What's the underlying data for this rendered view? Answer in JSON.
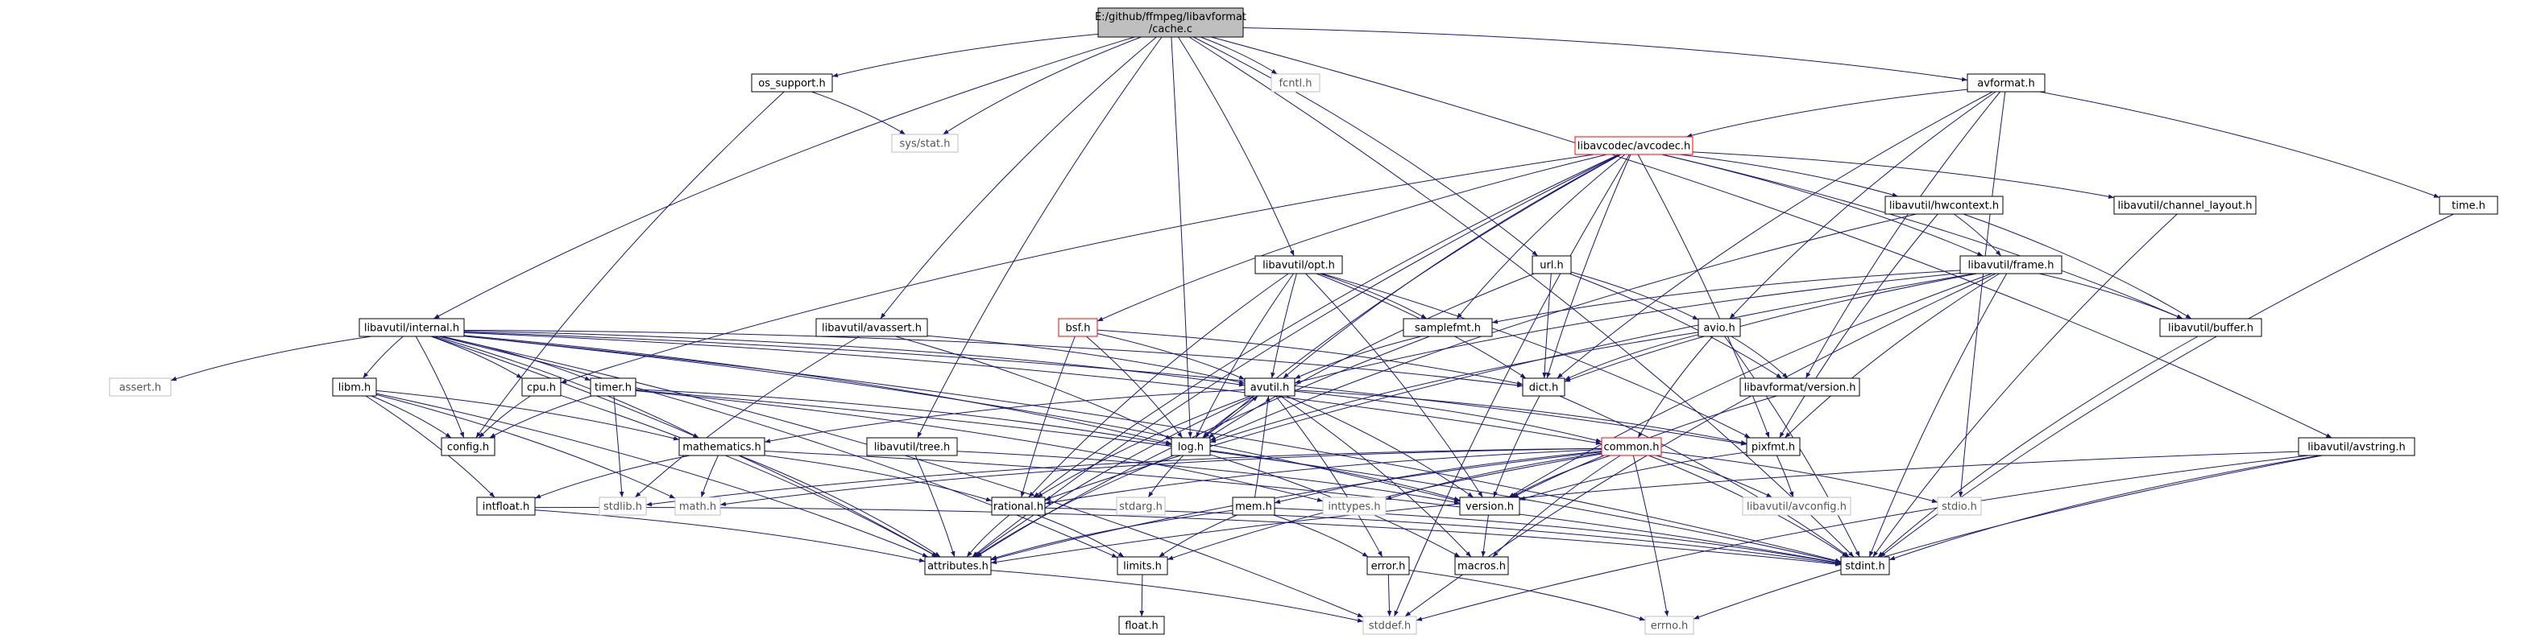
{
  "colors": {
    "edge": "#191970",
    "box_border": "#000000",
    "box_border_gray": "#bfbfbf",
    "box_border_red": "#ff0000",
    "root_fill": "#bfbfbf",
    "text": "#000000"
  },
  "nodes": [
    {
      "id": "cache_c",
      "lines": [
        "E:/github/ffmpeg/libavformat",
        "/cache.c"
      ],
      "style": "root"
    },
    {
      "id": "os_support_h",
      "lines": [
        "os_support.h"
      ],
      "style": "normal"
    },
    {
      "id": "fcntl_h",
      "lines": [
        "fcntl.h"
      ],
      "style": "gray"
    },
    {
      "id": "avformat_h",
      "lines": [
        "avformat.h"
      ],
      "style": "normal"
    },
    {
      "id": "sys_stat_h",
      "lines": [
        "sys/stat.h"
      ],
      "style": "gray"
    },
    {
      "id": "avcodec_h",
      "lines": [
        "libavcodec/avcodec.h"
      ],
      "style": "red"
    },
    {
      "id": "hwcontext_h",
      "lines": [
        "libavutil/hwcontext.h"
      ],
      "style": "normal"
    },
    {
      "id": "channel_layout_h",
      "lines": [
        "libavutil/channel_layout.h"
      ],
      "style": "normal"
    },
    {
      "id": "time_h",
      "lines": [
        "time.h"
      ],
      "style": "normal"
    },
    {
      "id": "opt_h",
      "lines": [
        "libavutil/opt.h"
      ],
      "style": "normal"
    },
    {
      "id": "url_h",
      "lines": [
        "url.h"
      ],
      "style": "normal"
    },
    {
      "id": "frame_h",
      "lines": [
        "libavutil/frame.h"
      ],
      "style": "normal"
    },
    {
      "id": "internal_h",
      "lines": [
        "libavutil/internal.h"
      ],
      "style": "normal"
    },
    {
      "id": "avassert_h",
      "lines": [
        "libavutil/avassert.h"
      ],
      "style": "normal"
    },
    {
      "id": "bsf_h",
      "lines": [
        "bsf.h"
      ],
      "style": "red"
    },
    {
      "id": "samplefmt_h",
      "lines": [
        "samplefmt.h"
      ],
      "style": "normal"
    },
    {
      "id": "avio_h",
      "lines": [
        "avio.h"
      ],
      "style": "normal"
    },
    {
      "id": "buffer_h",
      "lines": [
        "libavutil/buffer.h"
      ],
      "style": "normal"
    },
    {
      "id": "assert_h",
      "lines": [
        "assert.h"
      ],
      "style": "gray"
    },
    {
      "id": "libm_h",
      "lines": [
        "libm.h"
      ],
      "style": "normal"
    },
    {
      "id": "cpu_h",
      "lines": [
        "cpu.h"
      ],
      "style": "normal"
    },
    {
      "id": "timer_h",
      "lines": [
        "timer.h"
      ],
      "style": "normal"
    },
    {
      "id": "avutil_h",
      "lines": [
        "avutil.h"
      ],
      "style": "normal"
    },
    {
      "id": "dict_h",
      "lines": [
        "dict.h"
      ],
      "style": "normal"
    },
    {
      "id": "lavf_version_h",
      "lines": [
        "libavformat/version.h"
      ],
      "style": "normal"
    },
    {
      "id": "config_h",
      "lines": [
        "config.h"
      ],
      "style": "normal"
    },
    {
      "id": "mathematics_h",
      "lines": [
        "mathematics.h"
      ],
      "style": "normal"
    },
    {
      "id": "tree_h",
      "lines": [
        "libavutil/tree.h"
      ],
      "style": "normal"
    },
    {
      "id": "log_h",
      "lines": [
        "log.h"
      ],
      "style": "normal"
    },
    {
      "id": "common_h",
      "lines": [
        "common.h"
      ],
      "style": "red"
    },
    {
      "id": "pixfmt_h",
      "lines": [
        "pixfmt.h"
      ],
      "style": "normal"
    },
    {
      "id": "avstring_h",
      "lines": [
        "libavutil/avstring.h"
      ],
      "style": "normal"
    },
    {
      "id": "intfloat_h",
      "lines": [
        "intfloat.h"
      ],
      "style": "normal"
    },
    {
      "id": "stdlib_h",
      "lines": [
        "stdlib.h"
      ],
      "style": "gray"
    },
    {
      "id": "math_h",
      "lines": [
        "math.h"
      ],
      "style": "gray"
    },
    {
      "id": "rational_h",
      "lines": [
        "rational.h"
      ],
      "style": "normal"
    },
    {
      "id": "stdarg_h",
      "lines": [
        "stdarg.h"
      ],
      "style": "gray"
    },
    {
      "id": "mem_h",
      "lines": [
        "mem.h"
      ],
      "style": "normal"
    },
    {
      "id": "inttypes_h",
      "lines": [
        "inttypes.h"
      ],
      "style": "gray"
    },
    {
      "id": "version_h",
      "lines": [
        "version.h"
      ],
      "style": "normal"
    },
    {
      "id": "avconfig_h",
      "lines": [
        "libavutil/avconfig.h"
      ],
      "style": "gray"
    },
    {
      "id": "stdio_h",
      "lines": [
        "stdio.h"
      ],
      "style": "gray"
    },
    {
      "id": "attributes_h",
      "lines": [
        "attributes.h"
      ],
      "style": "normal"
    },
    {
      "id": "limits_h",
      "lines": [
        "limits.h"
      ],
      "style": "normal"
    },
    {
      "id": "error_h",
      "lines": [
        "error.h"
      ],
      "style": "normal"
    },
    {
      "id": "macros_h",
      "lines": [
        "macros.h"
      ],
      "style": "normal"
    },
    {
      "id": "stdint_h",
      "lines": [
        "stdint.h"
      ],
      "style": "normal"
    },
    {
      "id": "float_h",
      "lines": [
        "float.h"
      ],
      "style": "normal"
    },
    {
      "id": "stddef_h",
      "lines": [
        "stddef.h"
      ],
      "style": "gray"
    },
    {
      "id": "errno_h",
      "lines": [
        "errno.h"
      ],
      "style": "gray"
    }
  ],
  "edges": [
    [
      "cache_c",
      "os_support_h"
    ],
    [
      "cache_c",
      "fcntl_h"
    ],
    [
      "cache_c",
      "avformat_h"
    ],
    [
      "cache_c",
      "sys_stat_h"
    ],
    [
      "cache_c",
      "internal_h"
    ],
    [
      "cache_c",
      "avassert_h"
    ],
    [
      "cache_c",
      "tree_h"
    ],
    [
      "cache_c",
      "opt_h"
    ],
    [
      "cache_c",
      "url_h"
    ],
    [
      "cache_c",
      "avstring_h"
    ],
    [
      "cache_c",
      "log_h"
    ],
    [
      "cache_c",
      "stdint_h"
    ],
    [
      "os_support_h",
      "sys_stat_h"
    ],
    [
      "os_support_h",
      "config_h"
    ],
    [
      "avformat_h",
      "avcodec_h"
    ],
    [
      "avformat_h",
      "avio_h"
    ],
    [
      "avformat_h",
      "time_h"
    ],
    [
      "avformat_h",
      "stdio_h"
    ],
    [
      "avformat_h",
      "lavf_version_h"
    ],
    [
      "avformat_h",
      "dict_h"
    ],
    [
      "avcodec_h",
      "hwcontext_h"
    ],
    [
      "avcodec_h",
      "channel_layout_h"
    ],
    [
      "avcodec_h",
      "frame_h"
    ],
    [
      "avcodec_h",
      "buffer_h"
    ],
    [
      "avcodec_h",
      "bsf_h"
    ],
    [
      "avcodec_h",
      "samplefmt_h"
    ],
    [
      "avcodec_h",
      "avutil_h"
    ],
    [
      "avcodec_h",
      "dict_h"
    ],
    [
      "avcodec_h",
      "log_h"
    ],
    [
      "avcodec_h",
      "rational_h"
    ],
    [
      "avcodec_h",
      "attributes_h"
    ],
    [
      "avcodec_h",
      "pixfmt_h"
    ],
    [
      "avcodec_h",
      "cpu_h"
    ],
    [
      "avcodec_h",
      "stddef_h"
    ],
    [
      "hwcontext_h",
      "frame_h"
    ],
    [
      "hwcontext_h",
      "buffer_h"
    ],
    [
      "hwcontext_h",
      "pixfmt_h"
    ],
    [
      "hwcontext_h",
      "log_h"
    ],
    [
      "channel_layout_h",
      "stdint_h"
    ],
    [
      "time_h",
      "stdint_h"
    ],
    [
      "opt_h",
      "samplefmt_h"
    ],
    [
      "opt_h",
      "avutil_h"
    ],
    [
      "opt_h",
      "dict_h"
    ],
    [
      "opt_h",
      "log_h"
    ],
    [
      "opt_h",
      "rational_h"
    ],
    [
      "opt_h",
      "pixfmt_h"
    ],
    [
      "opt_h",
      "version_h"
    ],
    [
      "url_h",
      "avio_h"
    ],
    [
      "url_h",
      "dict_h"
    ],
    [
      "url_h",
      "lavf_version_h"
    ],
    [
      "url_h",
      "log_h"
    ],
    [
      "frame_h",
      "samplefmt_h"
    ],
    [
      "frame_h",
      "avutil_h"
    ],
    [
      "frame_h",
      "dict_h"
    ],
    [
      "frame_h",
      "buffer_h"
    ],
    [
      "frame_h",
      "pixfmt_h"
    ],
    [
      "frame_h",
      "rational_h"
    ],
    [
      "frame_h",
      "version_h"
    ],
    [
      "frame_h",
      "stdint_h"
    ],
    [
      "frame_h",
      "stddef_h"
    ],
    [
      "internal_h",
      "assert_h"
    ],
    [
      "internal_h",
      "libm_h"
    ],
    [
      "internal_h",
      "cpu_h"
    ],
    [
      "internal_h",
      "timer_h"
    ],
    [
      "internal_h",
      "avutil_h"
    ],
    [
      "internal_h",
      "dict_h"
    ],
    [
      "internal_h",
      "config_h"
    ],
    [
      "internal_h",
      "mathematics_h"
    ],
    [
      "internal_h",
      "log_h"
    ],
    [
      "internal_h",
      "pixfmt_h"
    ],
    [
      "internal_h",
      "attributes_h"
    ],
    [
      "internal_h",
      "stdint_h"
    ],
    [
      "internal_h",
      "stddef_h"
    ],
    [
      "internal_h",
      "limits_h"
    ],
    [
      "internal_h",
      "version_h"
    ],
    [
      "internal_h",
      "common_h"
    ],
    [
      "avassert_h",
      "avutil_h"
    ],
    [
      "avassert_h",
      "log_h"
    ],
    [
      "avassert_h",
      "stdlib_h"
    ],
    [
      "bsf_h",
      "avutil_h"
    ],
    [
      "bsf_h",
      "dict_h"
    ],
    [
      "bsf_h",
      "log_h"
    ],
    [
      "bsf_h",
      "rational_h"
    ],
    [
      "samplefmt_h",
      "avutil_h"
    ],
    [
      "samplefmt_h",
      "attributes_h"
    ],
    [
      "avio_h",
      "dict_h"
    ],
    [
      "avio_h",
      "lavf_version_h"
    ],
    [
      "avio_h",
      "log_h"
    ],
    [
      "avio_h",
      "common_h"
    ],
    [
      "avio_h",
      "stdint_h"
    ],
    [
      "buffer_h",
      "stdint_h"
    ],
    [
      "libm_h",
      "config_h"
    ],
    [
      "libm_h",
      "math_h"
    ],
    [
      "libm_h",
      "intfloat_h"
    ],
    [
      "libm_h",
      "mathematics_h"
    ],
    [
      "libm_h",
      "attributes_h"
    ],
    [
      "cpu_h",
      "config_h"
    ],
    [
      "cpu_h",
      "attributes_h"
    ],
    [
      "timer_h",
      "config_h"
    ],
    [
      "timer_h",
      "stdlib_h"
    ],
    [
      "timer_h",
      "inttypes_h"
    ],
    [
      "timer_h",
      "log_h"
    ],
    [
      "timer_h",
      "stdint_h"
    ],
    [
      "avutil_h",
      "mathematics_h"
    ],
    [
      "avutil_h",
      "log_h"
    ],
    [
      "avutil_h",
      "common_h"
    ],
    [
      "avutil_h",
      "pixfmt_h"
    ],
    [
      "avutil_h",
      "rational_h"
    ],
    [
      "avutil_h",
      "version_h"
    ],
    [
      "avutil_h",
      "macros_h"
    ],
    [
      "avutil_h",
      "error_h"
    ],
    [
      "avutil_h",
      "attributes_h"
    ],
    [
      "dict_h",
      "version_h"
    ],
    [
      "dict_h",
      "stdint_h"
    ],
    [
      "lavf_version_h",
      "version_h"
    ],
    [
      "mathematics_h",
      "math_h"
    ],
    [
      "mathematics_h",
      "intfloat_h"
    ],
    [
      "mathematics_h",
      "rational_h"
    ],
    [
      "mathematics_h",
      "attributes_h"
    ],
    [
      "mathematics_h",
      "stdint_h"
    ],
    [
      "tree_h",
      "attributes_h"
    ],
    [
      "tree_h",
      "version_h"
    ],
    [
      "log_h",
      "avutil_h"
    ],
    [
      "log_h",
      "stdarg_h"
    ],
    [
      "log_h",
      "attributes_h"
    ],
    [
      "log_h",
      "version_h"
    ],
    [
      "log_h",
      "macros_h"
    ],
    [
      "common_h",
      "math_h"
    ],
    [
      "common_h",
      "stdlib_h"
    ],
    [
      "common_h",
      "rational_h"
    ],
    [
      "common_h",
      "inttypes_h"
    ],
    [
      "common_h",
      "mem_h"
    ],
    [
      "common_h",
      "version_h"
    ],
    [
      "common_h",
      "avconfig_h"
    ],
    [
      "common_h",
      "stdio_h"
    ],
    [
      "common_h",
      "attributes_h"
    ],
    [
      "common_h",
      "macros_h"
    ],
    [
      "common_h",
      "stdint_h"
    ],
    [
      "common_h",
      "limits_h"
    ],
    [
      "common_h",
      "errno_h"
    ],
    [
      "pixfmt_h",
      "version_h"
    ],
    [
      "pixfmt_h",
      "avconfig_h"
    ],
    [
      "avstring_h",
      "stdint_h"
    ],
    [
      "avstring_h",
      "stddef_h"
    ],
    [
      "avstring_h",
      "attributes_h"
    ],
    [
      "avstring_h",
      "errno_h"
    ],
    [
      "intfloat_h",
      "attributes_h"
    ],
    [
      "intfloat_h",
      "stdint_h"
    ],
    [
      "rational_h",
      "attributes_h"
    ],
    [
      "rational_h",
      "limits_h"
    ],
    [
      "rational_h",
      "stdint_h"
    ],
    [
      "mem_h",
      "attributes_h"
    ],
    [
      "mem_h",
      "error_h"
    ],
    [
      "mem_h",
      "avutil_h"
    ],
    [
      "mem_h",
      "limits_h"
    ],
    [
      "mem_h",
      "stdint_h"
    ],
    [
      "version_h",
      "macros_h"
    ],
    [
      "error_h",
      "errno_h"
    ],
    [
      "error_h",
      "stddef_h"
    ],
    [
      "limits_h",
      "float_h"
    ],
    [
      "attributes_h",
      "stddef_h"
    ]
  ]
}
